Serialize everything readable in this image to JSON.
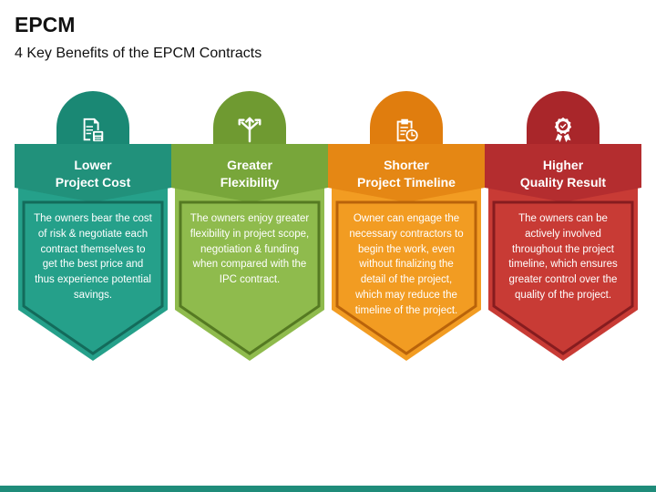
{
  "title": "EPCM",
  "subtitle": "4 Key Benefits of the EPCM Contracts",
  "cards": [
    {
      "heading": "Lower\nProject Cost",
      "body": "The owners bear the cost of risk & negotiate each contract themselves to get the best price and thus experience potential savings.",
      "icon": "invoice-calculator-icon",
      "colors": {
        "top": "#1a8874",
        "header": "#21917b",
        "body": "#25a08a",
        "dark": "#136b5b"
      }
    },
    {
      "heading": "Greater\nFlexibility",
      "body": "The owners enjoy greater flexibility in project scope, negotiation & funding when compared with the IPC contract.",
      "icon": "split-arrows-icon",
      "colors": {
        "top": "#6f9a31",
        "header": "#78a63a",
        "body": "#8fbb4d",
        "dark": "#557a22"
      }
    },
    {
      "heading": "Shorter\nProject Timeline",
      "body": "Owner can engage the necessary contractors to begin the work, even without finalizing the detail of the project, which may reduce the timeline of the project.",
      "icon": "clipboard-clock-icon",
      "colors": {
        "top": "#e07d0e",
        "header": "#e58714",
        "body": "#f29c22",
        "dark": "#b9630a"
      }
    },
    {
      "heading": "Higher\nQuality Result",
      "body": "The owners can be actively involved throughout the project timeline, which ensures greater control over the quality of the project.",
      "icon": "award-badge-icon",
      "colors": {
        "top": "#a9262a",
        "header": "#b42d2f",
        "body": "#c83b35",
        "dark": "#861c1f"
      }
    }
  ]
}
